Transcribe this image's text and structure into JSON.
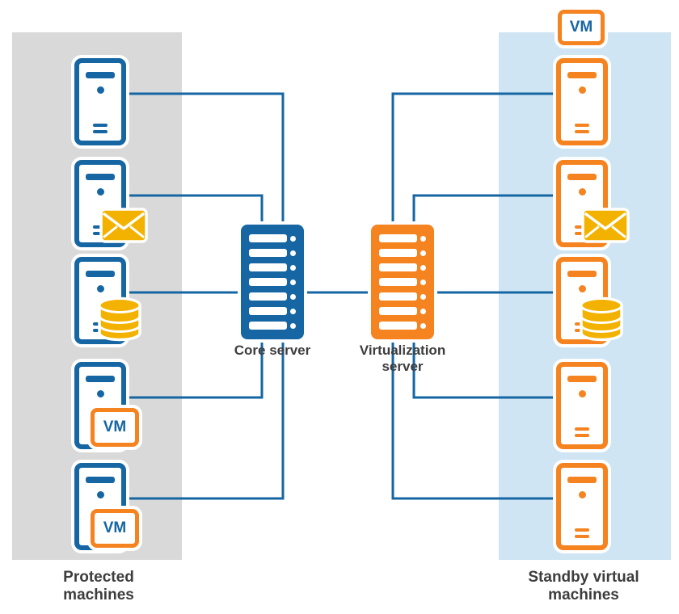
{
  "labels": {
    "core_server": "Core server",
    "virtualization_server": "Virtualization server",
    "protected_machines": "Protected machines",
    "standby_virtual_machines": "Standby virtual machines",
    "vm": "VM"
  },
  "colors": {
    "blue": "#1566a3",
    "orange": "#f5831f",
    "gold": "#f3b200",
    "panel_gray": "#d9d9d9",
    "panel_blue": "#cfe5f3",
    "text": "#3d3d3d",
    "background": "#ffffff"
  },
  "protected_machines": [
    {
      "id": "protected-machine-1",
      "type": "server",
      "attachment": "none"
    },
    {
      "id": "protected-machine-2",
      "type": "server",
      "attachment": "mail-icon"
    },
    {
      "id": "protected-machine-3",
      "type": "server",
      "attachment": "database-icon"
    },
    {
      "id": "protected-machine-4",
      "type": "server",
      "attachment": "vm-badge"
    },
    {
      "id": "protected-machine-5",
      "type": "server",
      "attachment": "vm-badge"
    }
  ],
  "standby_virtual_machines": [
    {
      "id": "standby-machine-1",
      "type": "server",
      "attachment": "vm-badge-top"
    },
    {
      "id": "standby-machine-2",
      "type": "server",
      "attachment": "mail-icon"
    },
    {
      "id": "standby-machine-3",
      "type": "server",
      "attachment": "database-icon"
    },
    {
      "id": "standby-machine-4",
      "type": "server",
      "attachment": "none"
    },
    {
      "id": "standby-machine-5",
      "type": "server",
      "attachment": "none"
    }
  ],
  "servers": [
    {
      "id": "core-server",
      "color": "blue"
    },
    {
      "id": "virtualization-server",
      "color": "orange"
    }
  ]
}
